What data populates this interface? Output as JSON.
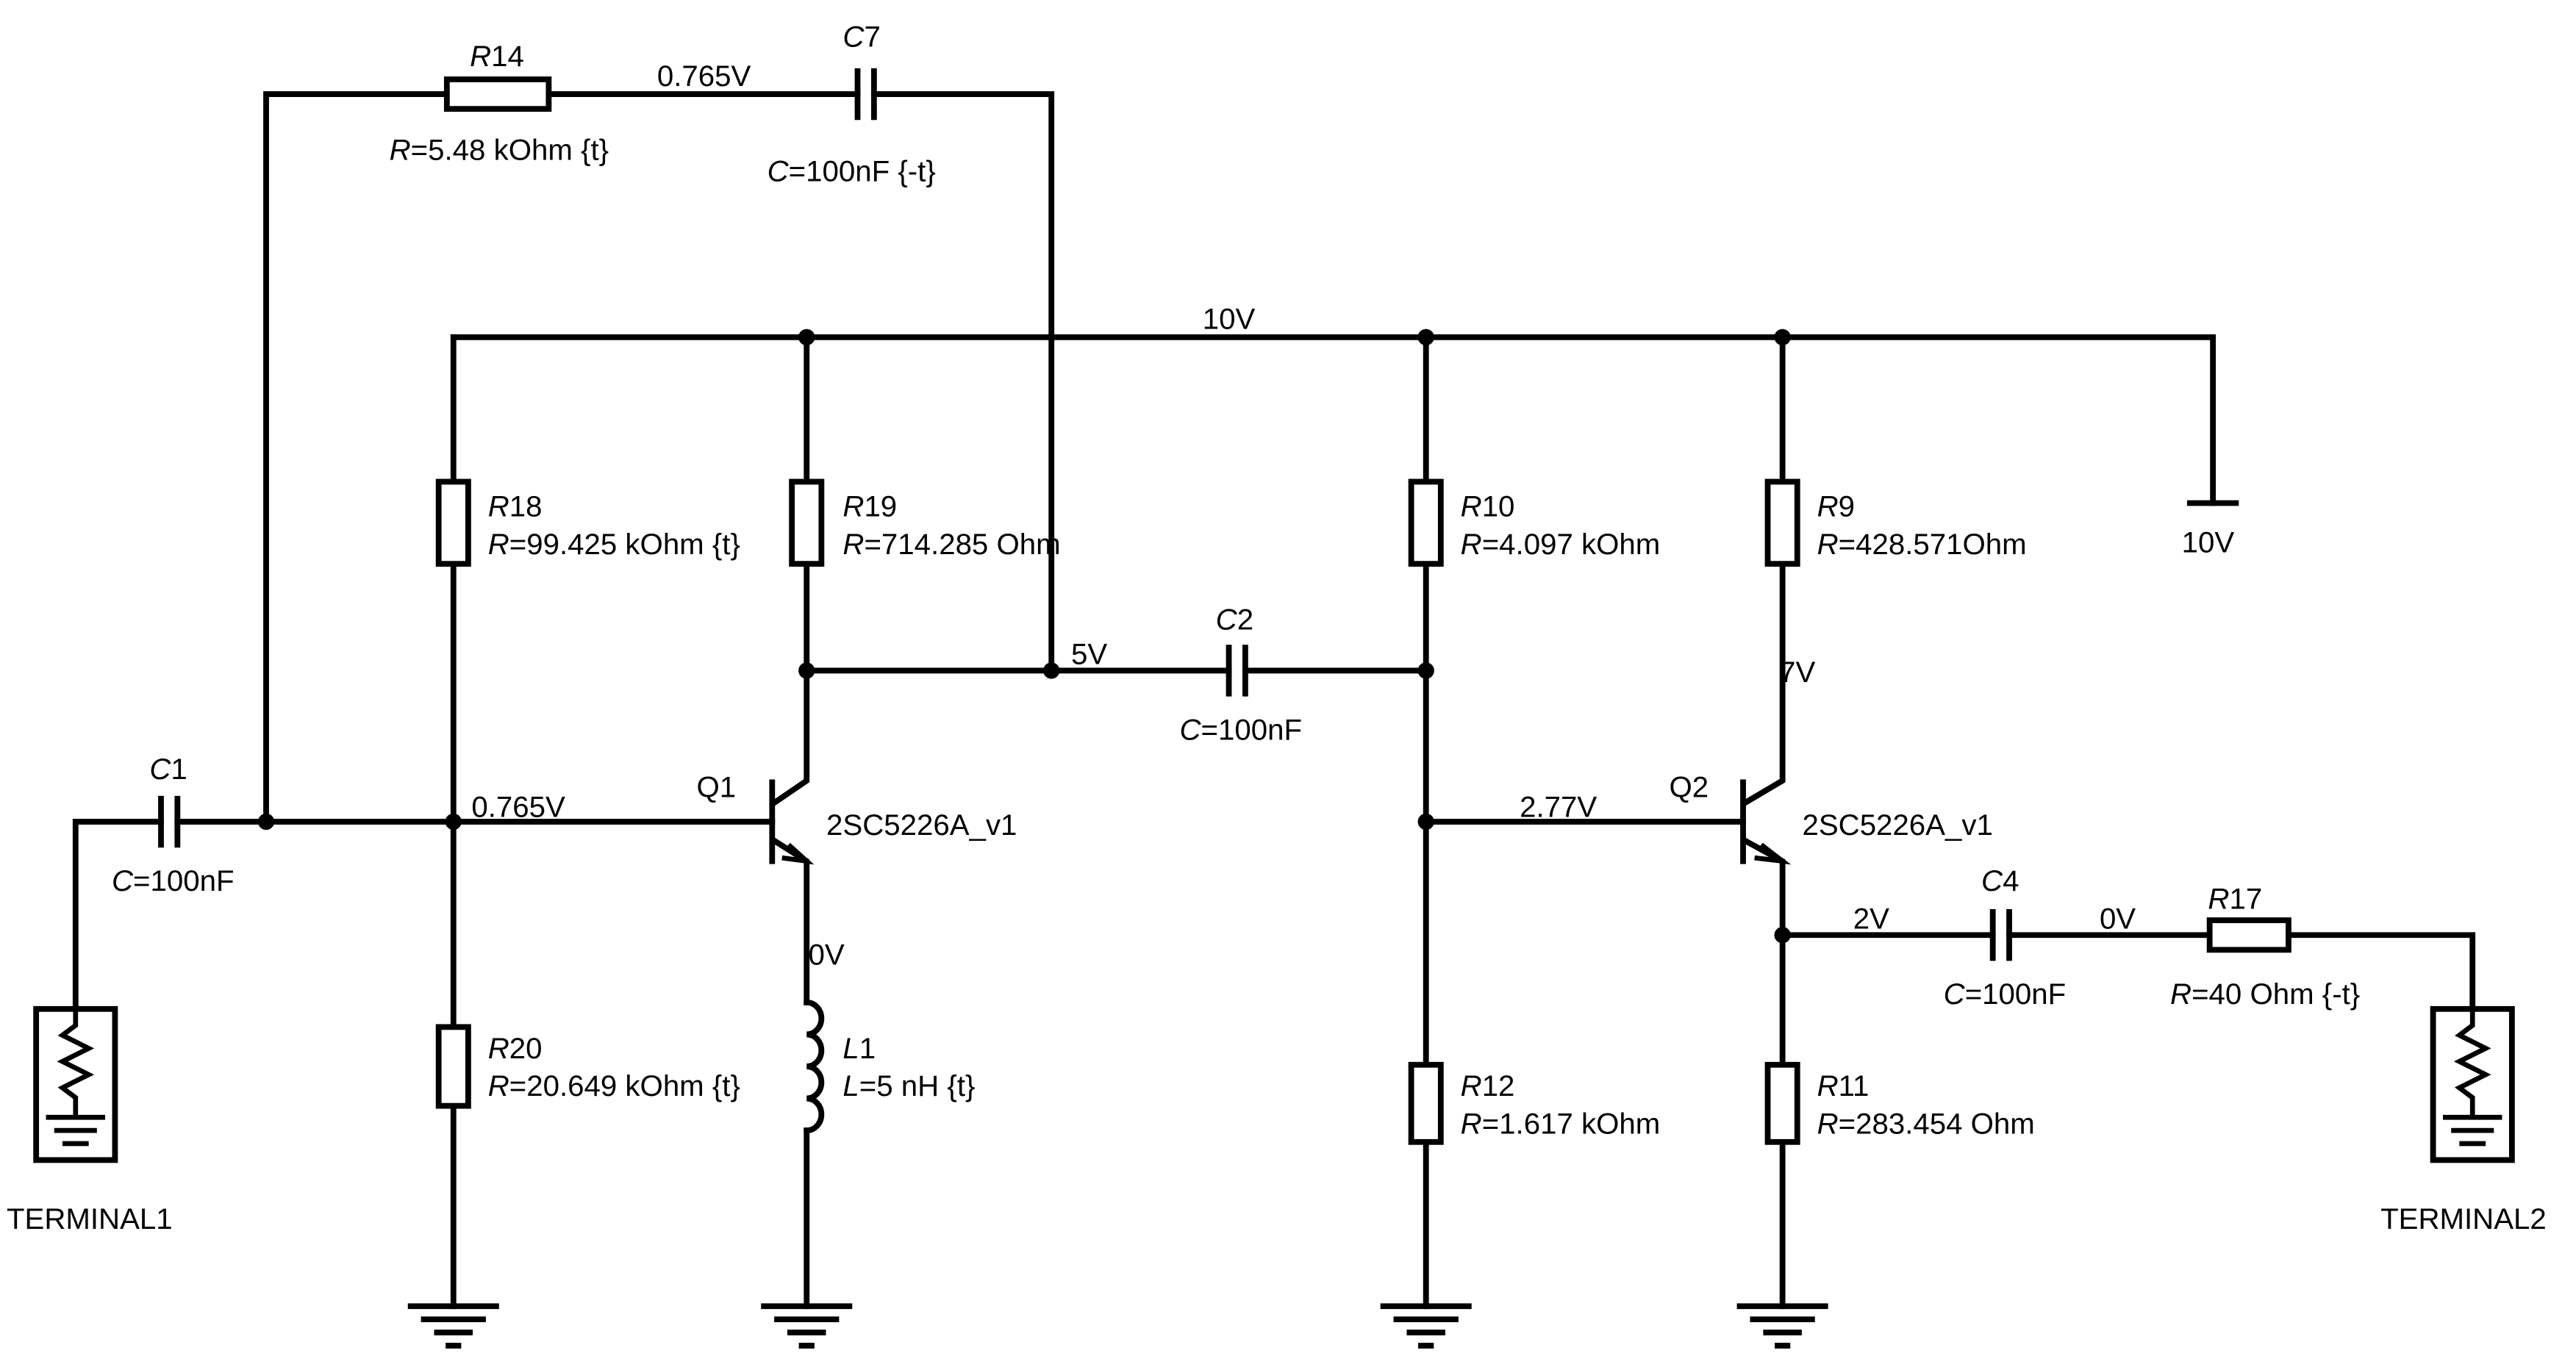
{
  "schematic": {
    "nets": {
      "feedback": "0.765V",
      "supply": "10V",
      "q1_collector": "5V",
      "q1_base": "0.765V",
      "q1_emitter": "0V",
      "q2_base": "2.77V",
      "q2_collector": "7V",
      "q2_emitter": "2V",
      "output": "0V"
    },
    "components": {
      "R14": {
        "prefix": "R",
        "num": "14",
        "value": "=5.48 kOhm {t}"
      },
      "C7": {
        "prefix": "C",
        "num": "7",
        "value": "=100nF {-t}"
      },
      "R18": {
        "prefix": "R",
        "num": "18",
        "value": "=99.425 kOhm {t}"
      },
      "R19": {
        "prefix": "R",
        "num": "19",
        "value": "=714.285 Ohm"
      },
      "R10": {
        "prefix": "R",
        "num": "10",
        "value": "=4.097 kOhm"
      },
      "R9": {
        "prefix": "R",
        "num": "9",
        "value": "=428.571Ohm"
      },
      "C2": {
        "prefix": "C",
        "num": "2",
        "value": "=100nF"
      },
      "C1": {
        "prefix": "C",
        "num": "1",
        "value": "=100nF"
      },
      "R20": {
        "prefix": "R",
        "num": "20",
        "value": "=20.649 kOhm {t}"
      },
      "L1": {
        "prefix": "L",
        "num": "1",
        "value": "=5 nH {t}"
      },
      "R12": {
        "prefix": "R",
        "num": "12",
        "value": "=1.617 kOhm"
      },
      "R11": {
        "prefix": "R",
        "num": "11",
        "value": "=283.454 Ohm"
      },
      "C4": {
        "prefix": "C",
        "num": "4",
        "value": "=100nF"
      },
      "R17": {
        "prefix": "R",
        "num": "17",
        "value": "=40 Ohm {-t}"
      }
    },
    "transistors": {
      "Q1": {
        "name": "Q1",
        "model": "2SC5226A_v1"
      },
      "Q2": {
        "name": "Q2",
        "model": "2SC5226A_v1"
      }
    },
    "supply_label": "10V",
    "terminals": {
      "t1": "TERMINAL1",
      "t2": "TERMINAL2"
    }
  }
}
